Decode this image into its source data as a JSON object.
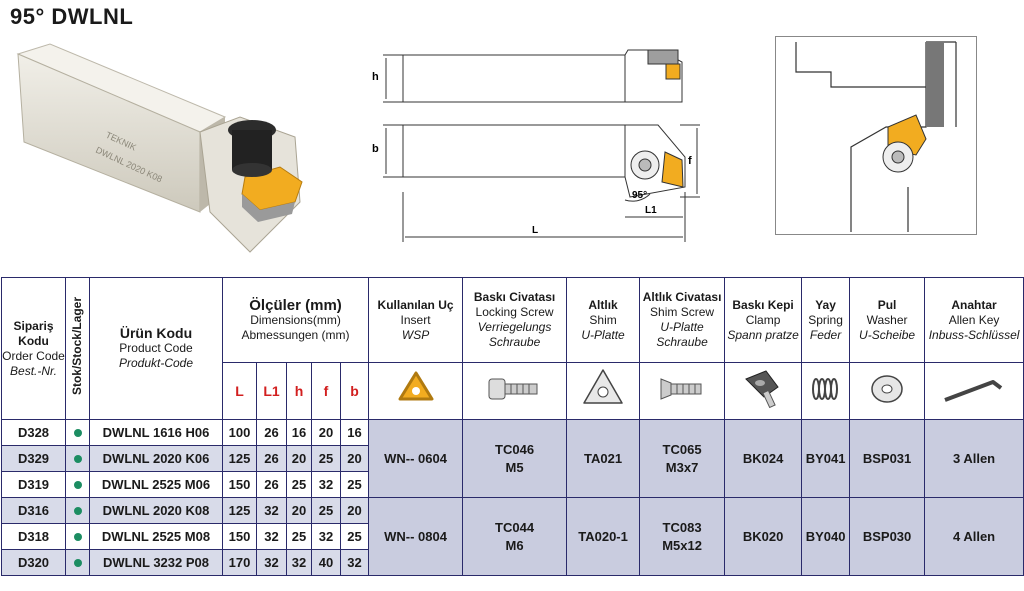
{
  "title": "95° DWLNL",
  "photo": {
    "engraving_line1": "TEKNIK",
    "engraving_line2": "DWLNL 2020 K08"
  },
  "drawing": {
    "labels": {
      "h": "h",
      "b": "b",
      "f": "f",
      "angle": "95°",
      "L1": "L1",
      "L": "L"
    }
  },
  "headers": {
    "order_code": {
      "tr": "Sipariş Kodu",
      "en": "Order Code",
      "de": "Best.-Nr."
    },
    "stock": "Stok/Stock/Lager",
    "product": {
      "tr": "Ürün Kodu",
      "en": "Product Code",
      "de": "Produkt-Code"
    },
    "dims": {
      "tr": "Ölçüler (mm)",
      "en": "Dimensions(mm)",
      "de": "Abmessungen (mm)"
    },
    "dim_cols": [
      "L",
      "L1",
      "h",
      "f",
      "b"
    ],
    "insert": {
      "tr": "Kullanılan Uç",
      "en": "Insert",
      "de": "WSP"
    },
    "screw": {
      "tr": "Baskı Civatası",
      "en": "Locking Screw",
      "de": "Verriegelungs Schraube"
    },
    "shim": {
      "tr": "Altlık",
      "en": "Shim",
      "de": "U-Platte"
    },
    "shim_screw": {
      "tr": "Altlık Civatası",
      "en": "Shim Screw",
      "de": "U-Platte Schraube"
    },
    "clamp": {
      "tr": "Baskı Kepi",
      "en": "Clamp",
      "de": "Spann pratze"
    },
    "spring": {
      "tr": "Yay",
      "en": "Spring",
      "de": "Feder"
    },
    "washer": {
      "tr": "Pul",
      "en": "Washer",
      "de": "U-Scheibe"
    },
    "key": {
      "tr": "Anahtar",
      "en": "Allen Key",
      "de": "Inbuss-Schlüssel"
    }
  },
  "icons": [
    "insert-icon",
    "locking-screw-icon",
    "shim-icon",
    "shim-screw-icon",
    "clamp-icon",
    "spring-icon",
    "washer-icon",
    "allen-key-icon"
  ],
  "stock_color": "#1c8d62",
  "rows": [
    {
      "order": "D328",
      "product": "DWLNL 1616 H06",
      "L": "100",
      "L1": "26",
      "h": "16",
      "f": "20",
      "b": "16"
    },
    {
      "order": "D329",
      "product": "DWLNL 2020 K06",
      "L": "125",
      "L1": "26",
      "h": "20",
      "f": "25",
      "b": "20"
    },
    {
      "order": "D319",
      "product": "DWLNL 2525 M06",
      "L": "150",
      "L1": "26",
      "h": "25",
      "f": "32",
      "b": "25"
    },
    {
      "order": "D316",
      "product": "DWLNL 2020 K08",
      "L": "125",
      "L1": "32",
      "h": "20",
      "f": "25",
      "b": "20"
    },
    {
      "order": "D318",
      "product": "DWLNL 2525 M08",
      "L": "150",
      "L1": "32",
      "h": "25",
      "f": "32",
      "b": "25"
    },
    {
      "order": "D320",
      "product": "DWLNL 3232 P08",
      "L": "170",
      "L1": "32",
      "h": "32",
      "f": "40",
      "b": "32"
    }
  ],
  "groups": [
    {
      "insert": "WN-- 0604",
      "screw_1": "TC046",
      "screw_2": "M5",
      "shim": "TA021",
      "shim_screw_1": "TC065",
      "shim_screw_2": "M3x7",
      "clamp": "BK024",
      "spring": "BY041",
      "washer": "BSP031",
      "key": "3 Allen"
    },
    {
      "insert": "WN-- 0804",
      "screw_1": "TC044",
      "screw_2": "M6",
      "shim": "TA020-1",
      "shim_screw_1": "TC083",
      "shim_screw_2": "M5x12",
      "clamp": "BK020",
      "spring": "BY040",
      "washer": "BSP030",
      "key": "4 Allen"
    }
  ]
}
